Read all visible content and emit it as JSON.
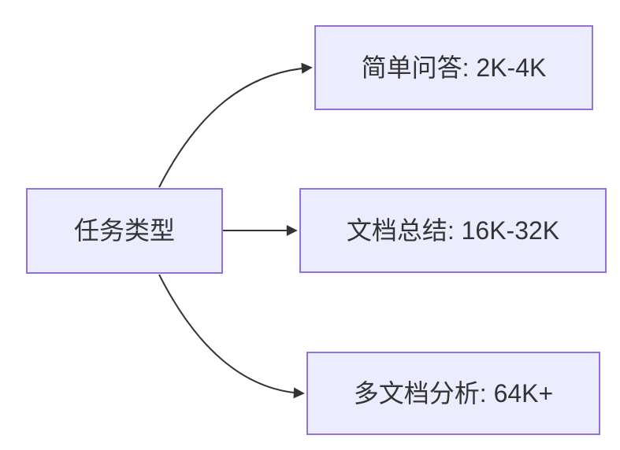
{
  "diagram": {
    "type": "flowchart",
    "direction": "left-to-right",
    "background": "#FFFFFF",
    "style": {
      "node_fill": "#ECECFF",
      "node_border": "#9370DB",
      "text_color": "#333333",
      "arrow_color": "#333333"
    },
    "root_node": {
      "id": "task-type",
      "label": "任务类型"
    },
    "leaf_nodes": [
      {
        "id": "simple-qa",
        "label": "简单问答: 2K-4K"
      },
      {
        "id": "doc-summary",
        "label": "文档总结: 16K-32K"
      },
      {
        "id": "multi-doc",
        "label": "多文档分析: 64K+"
      }
    ],
    "edges": [
      {
        "from": "任务类型",
        "to": "简单问答: 2K-4K"
      },
      {
        "from": "任务类型",
        "to": "文档总结: 16K-32K"
      },
      {
        "from": "任务类型",
        "to": "多文档分析: 64K+"
      }
    ]
  }
}
